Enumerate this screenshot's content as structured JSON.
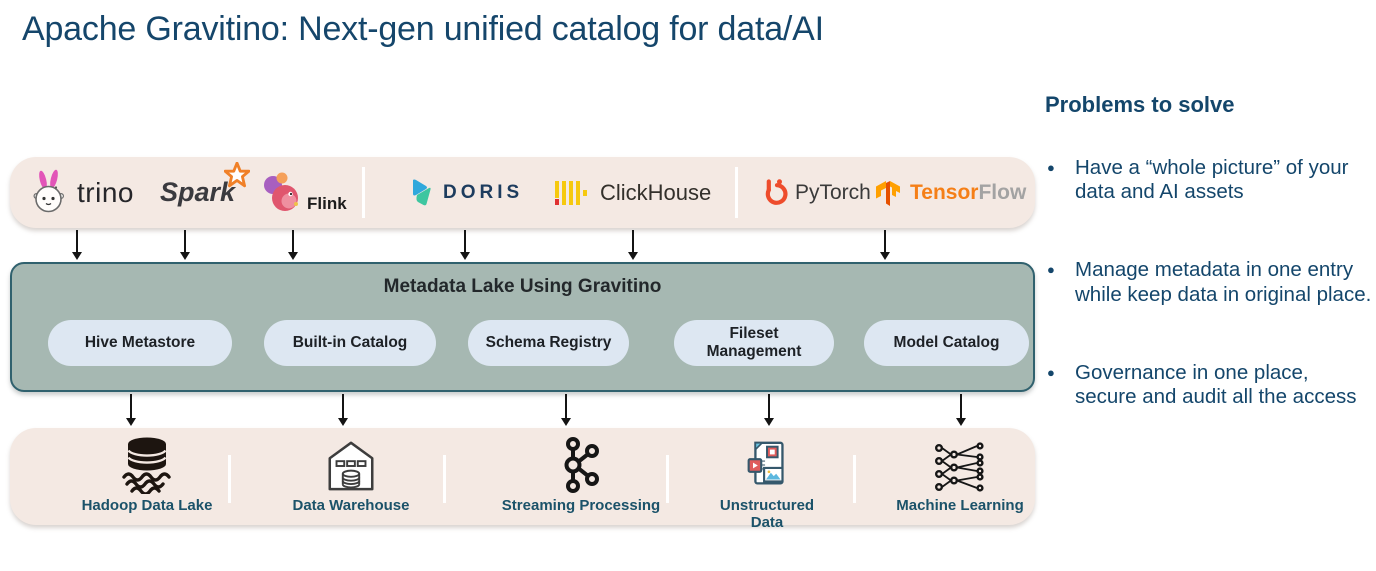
{
  "title": "Apache Gravitino: Next-gen unified catalog for data/AI",
  "colors": {
    "title_text": "#15466b",
    "source_storage_band": "#f4e9e3",
    "metadata_band": "#a6b8b2",
    "metadata_band_border": "#30616e",
    "pill_background": "#dde7f2",
    "storage_label": "#1b5269",
    "problems_text": "#14466b",
    "clickhouse_yellow": "#f6c90e",
    "pytorch_orange": "#ee4c2c",
    "tensorflow_orange": "#f57f17"
  },
  "sources": {
    "items": [
      {
        "label": "trino",
        "icon": "trino-bunny-icon"
      },
      {
        "label": "Spark",
        "icon": "spark-star-icon"
      },
      {
        "label": "Flink",
        "icon": "flink-squirrel-icon"
      },
      {
        "label": "DORIS",
        "icon": "doris-icon"
      },
      {
        "label": "ClickHouse",
        "icon": "clickhouse-bars-icon"
      },
      {
        "label": "PyTorch",
        "icon": "pytorch-flame-icon"
      },
      {
        "label_tensor": "Tensor",
        "label_flow": "Flow",
        "icon": "tensorflow-icon"
      }
    ]
  },
  "metadata_lake": {
    "title": "Metadata Lake Using Gravitino",
    "pills": [
      {
        "label": "Hive Metastore"
      },
      {
        "label": "Built-in Catalog"
      },
      {
        "label": "Schema Registry"
      },
      {
        "label": "Fileset Management"
      },
      {
        "label": "Model Catalog"
      }
    ]
  },
  "storage": {
    "items": [
      {
        "label": "Hadoop Data Lake",
        "icon": "data-lake-icon"
      },
      {
        "label": "Data Warehouse",
        "icon": "warehouse-icon"
      },
      {
        "label": "Streaming Processing",
        "icon": "kafka-stream-icon"
      },
      {
        "label": "Unstructured Data",
        "icon": "unstructured-data-icon"
      },
      {
        "label": "Machine Learning",
        "icon": "neural-network-icon"
      }
    ]
  },
  "problems": {
    "heading": "Problems to solve",
    "bullets": [
      "Have a “whole picture” of your data and AI assets",
      " Manage metadata in one entry while keep data in original place.",
      "Governance in one place, secure and audit all the access"
    ]
  }
}
